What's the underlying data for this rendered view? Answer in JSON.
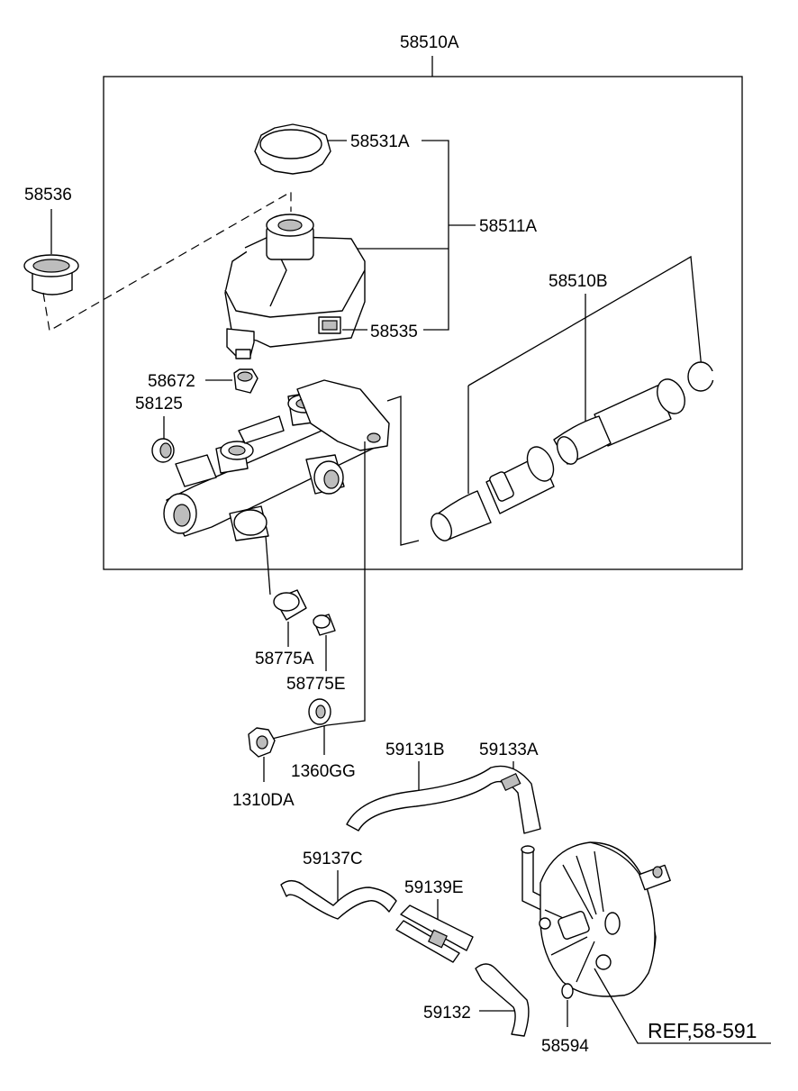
{
  "labels": {
    "assembly": "58510A",
    "cap": "58531A",
    "reservoir": "58511A",
    "grommet_ext": "58536",
    "piston_kit": "58510B",
    "connector": "58535",
    "grommet": "58672",
    "plug": "58125",
    "seal_a": "58775A",
    "seal_e": "58775E",
    "washer": "1360GG",
    "nut": "1310DA",
    "hose_b": "59131B",
    "clip": "59133A",
    "hose_c": "59137C",
    "valve": "59139E",
    "hose": "59132",
    "gasket": "58594",
    "ref": "REF,58-591"
  }
}
